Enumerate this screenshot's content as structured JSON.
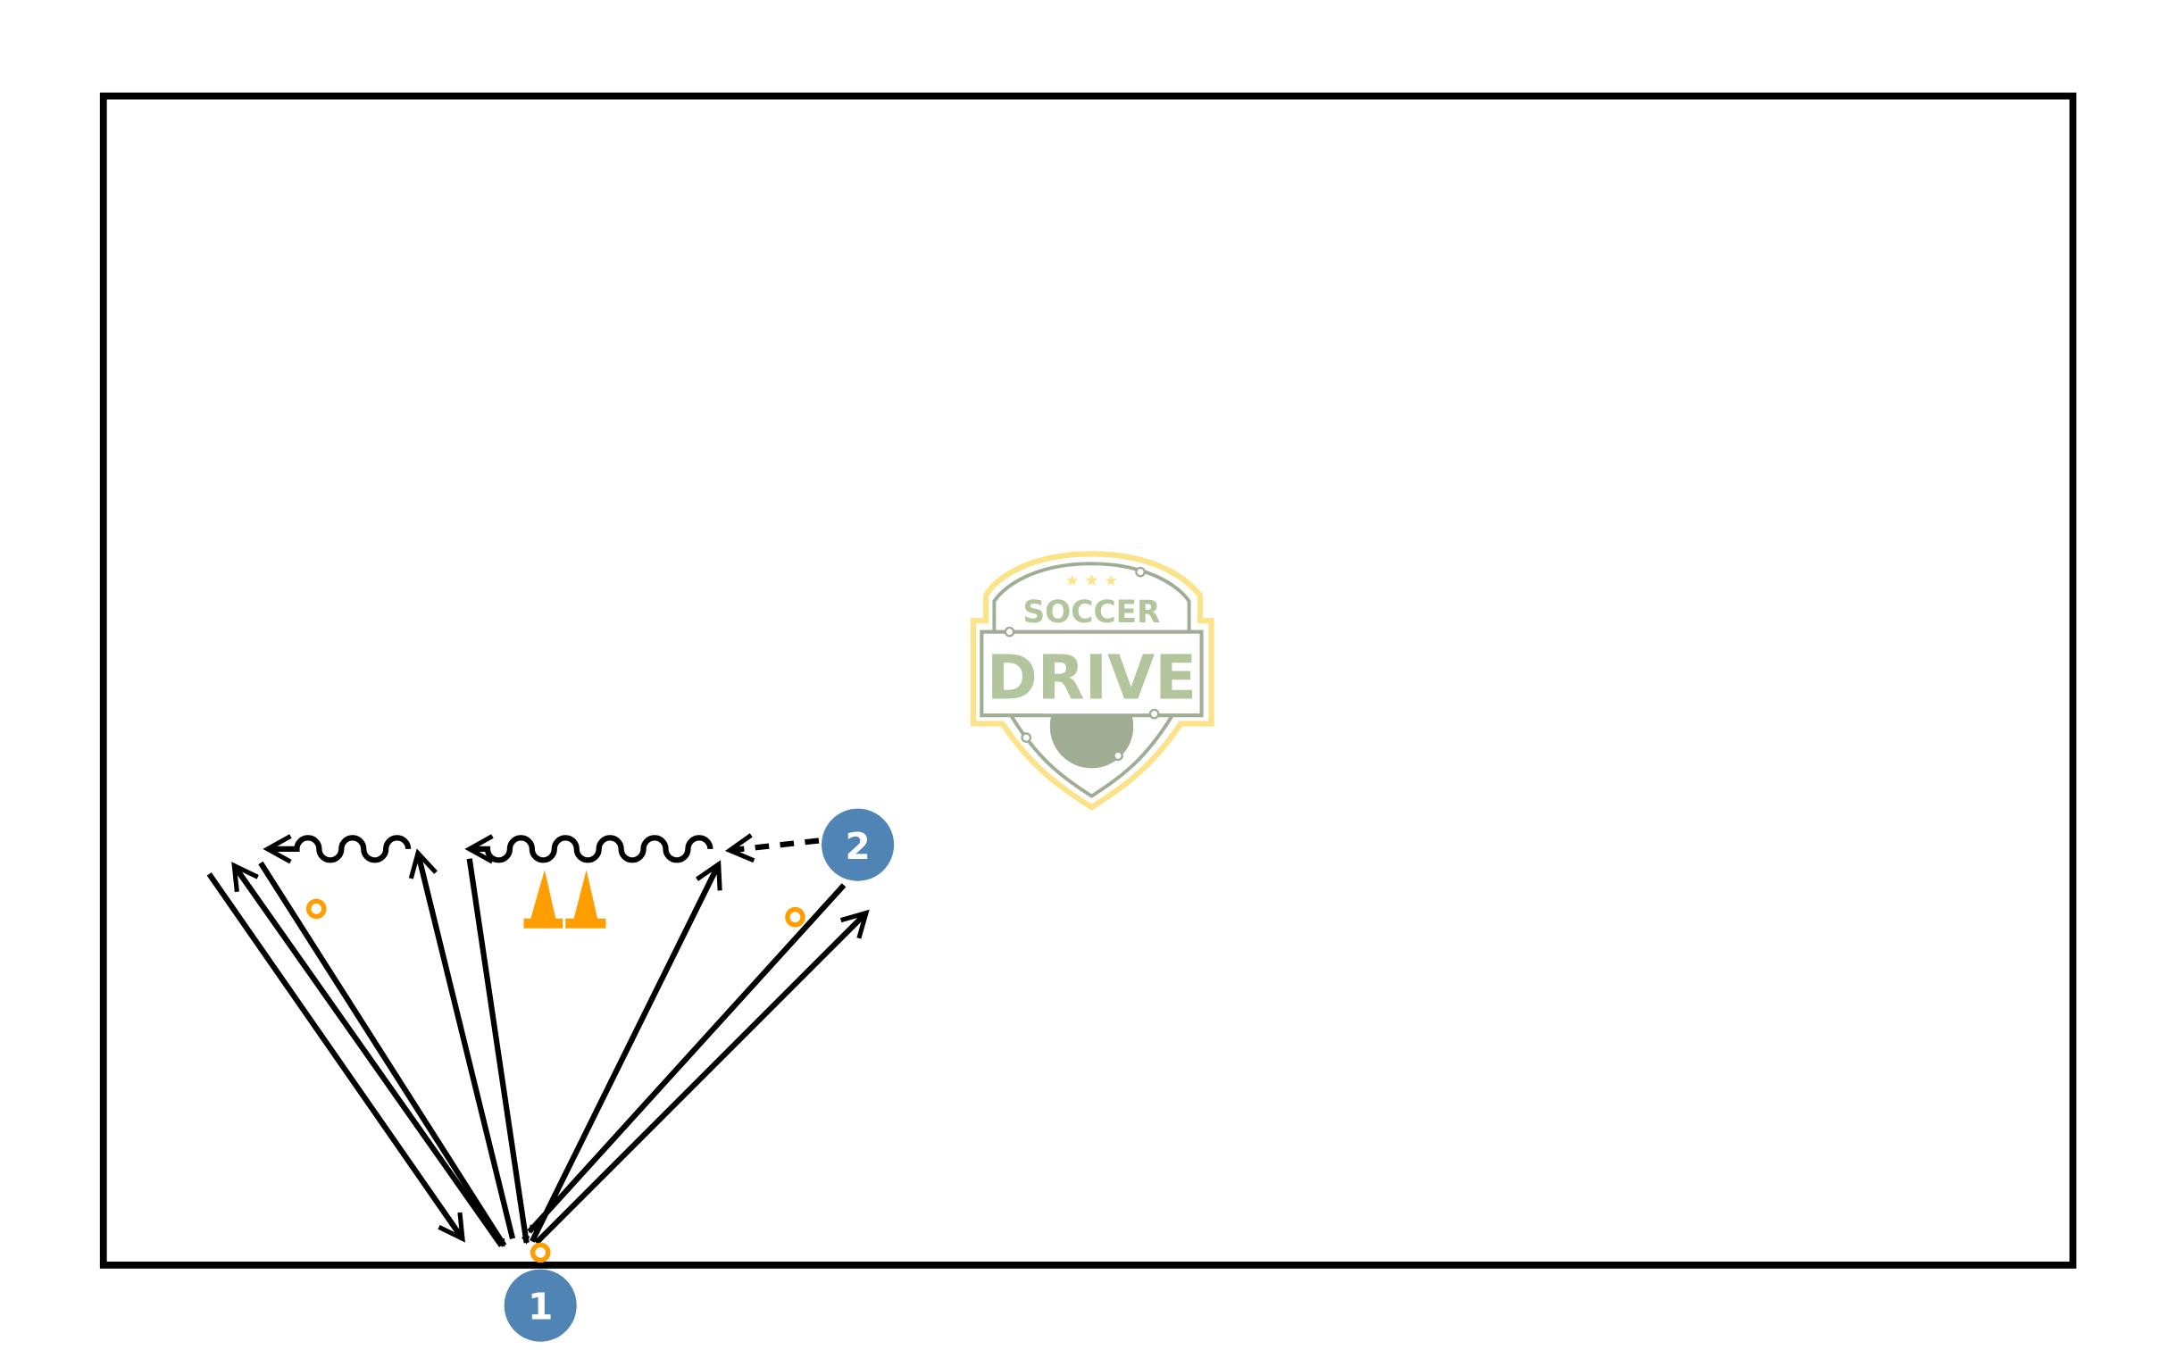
{
  "diagram": {
    "players": [
      {
        "label": "1",
        "color": "#4f84b5"
      },
      {
        "label": "2",
        "color": "#4f84b5"
      }
    ],
    "cone_color": "#ff9e00",
    "line_color": "#000000",
    "logo": {
      "top_text": "SOCCER",
      "main_text": "DRIVE",
      "text_color": "#b3c59d",
      "border_color": "#fce38a"
    }
  }
}
